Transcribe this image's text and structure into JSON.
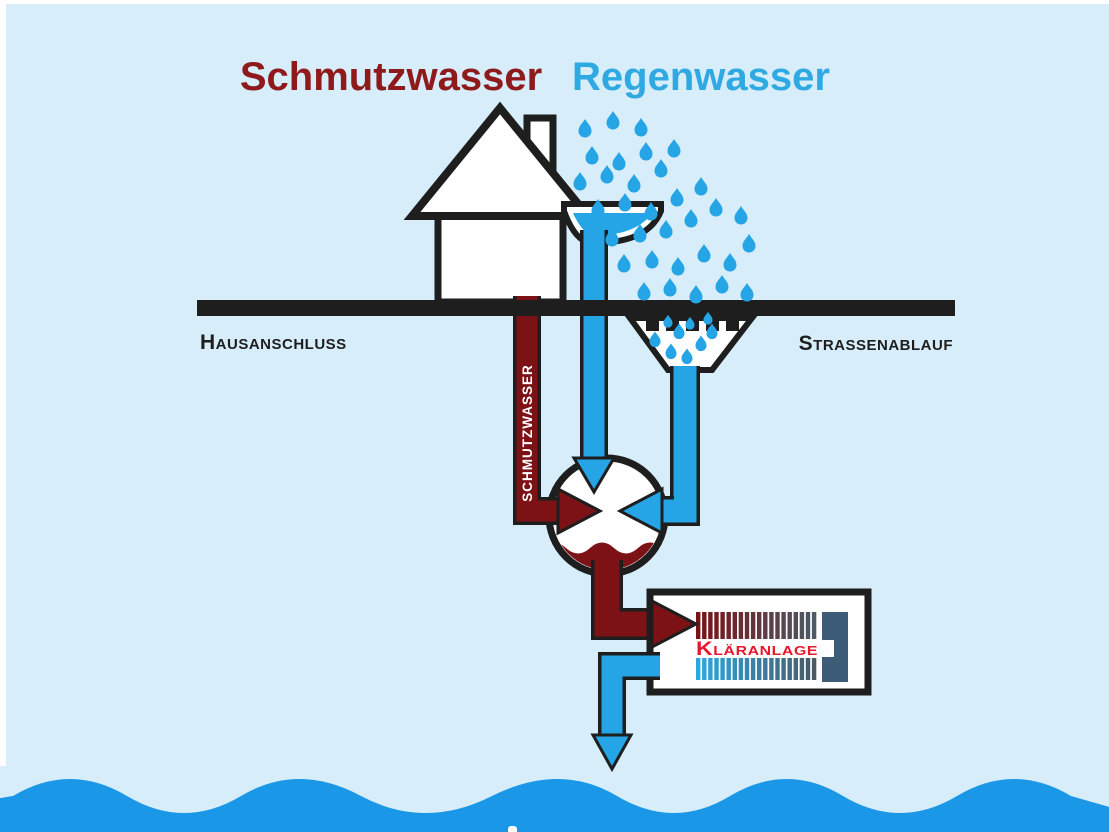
{
  "titles": {
    "dirty_water": "Schmutzwasser",
    "rain_water": "Regenwasser"
  },
  "ground_labels": {
    "house_connection": "Hausanschluss",
    "street_drain": "Strassenablauf"
  },
  "pipe_label": "SCHMUTZWASSER",
  "plant_label": "Kläranlage",
  "colors": {
    "background": "#d7edfa",
    "edge_white": "#ffffff",
    "black": "#1e1e1e",
    "dark_red": "#7d1216",
    "title_red": "#8e1a1c",
    "blue": "#25a4e6",
    "title_blue": "#2fa9e2",
    "wave_blue": "#1a97e6",
    "label_red": "#e8182c",
    "slate": "#3d5c77",
    "stripe_top_from": "#7a1115",
    "stripe_top_to": "#4b5a66",
    "stripe_bottom_from": "#29a7e2",
    "stripe_bottom_to": "#4b5a66"
  },
  "rain": {
    "drops": [
      [
        585,
        128,
        1
      ],
      [
        613,
        120,
        1
      ],
      [
        641,
        127,
        1
      ],
      [
        592,
        155,
        1
      ],
      [
        619,
        161,
        1
      ],
      [
        646,
        151,
        1
      ],
      [
        580,
        181,
        1
      ],
      [
        607,
        174,
        1
      ],
      [
        634,
        183,
        1
      ],
      [
        661,
        168,
        1
      ],
      [
        674,
        148,
        1
      ],
      [
        598,
        208,
        1
      ],
      [
        625,
        202,
        1
      ],
      [
        651,
        211,
        1
      ],
      [
        677,
        197,
        1
      ],
      [
        701,
        186,
        1
      ],
      [
        612,
        237,
        1
      ],
      [
        640,
        233,
        1
      ],
      [
        666,
        229,
        1
      ],
      [
        691,
        218,
        1
      ],
      [
        716,
        207,
        1
      ],
      [
        741,
        215,
        1
      ],
      [
        624,
        263,
        1
      ],
      [
        652,
        259,
        1
      ],
      [
        678,
        266,
        1
      ],
      [
        704,
        253,
        1
      ],
      [
        730,
        262,
        1
      ],
      [
        749,
        243,
        1
      ],
      [
        644,
        291,
        1
      ],
      [
        670,
        287,
        1
      ],
      [
        696,
        294,
        1
      ],
      [
        722,
        284,
        1
      ],
      [
        747,
        292,
        1
      ],
      [
        668,
        321,
        0.7
      ],
      [
        690,
        323,
        0.7
      ],
      [
        708,
        318,
        0.7
      ],
      [
        655,
        339,
        0.85
      ],
      [
        671,
        351,
        0.85
      ],
      [
        687,
        356,
        0.85
      ],
      [
        701,
        343,
        0.85
      ],
      [
        679,
        331,
        0.85
      ],
      [
        712,
        331,
        0.85
      ]
    ]
  },
  "stripes": {
    "count": 20
  }
}
